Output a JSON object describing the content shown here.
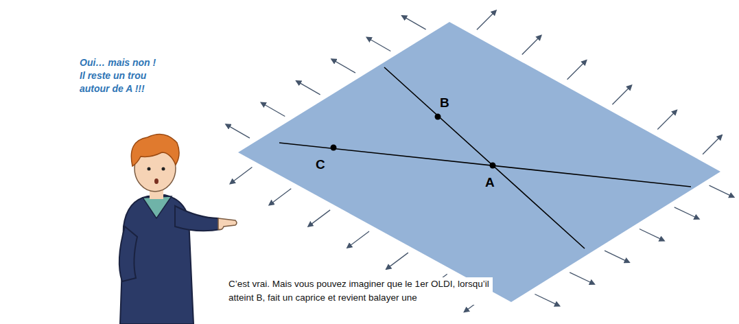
{
  "diagram": {
    "labels": [
      "B",
      "C",
      "A",
      "Oui… mais non ! Il reste un trou autour de A !!!",
      "C’est vrai. Mais vous pouvez imaginer que le 1er OLDI, lorsqu’il atteint B, fait un caprice et revient balayer une"
    ]
  }
}
